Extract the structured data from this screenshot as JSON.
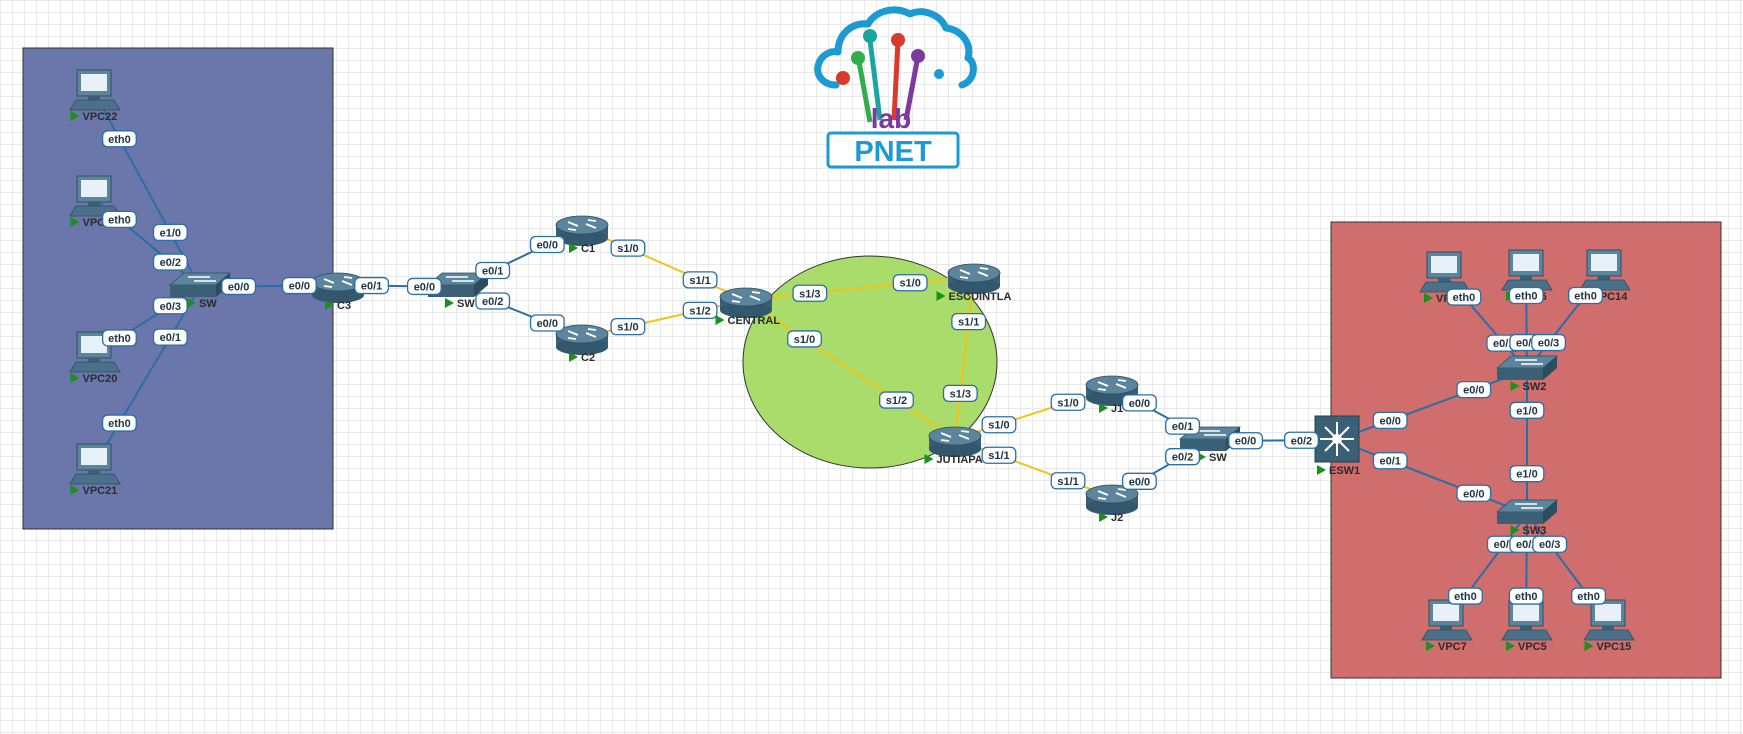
{
  "logo": {
    "lab_text": "lab",
    "brand_text": "PNET"
  },
  "colors": {
    "area_left": "#6b76ab",
    "area_right": "#d06d6d",
    "area_center": "#a9dc6a",
    "ethernet_link": "#2a6ea6",
    "serial_link": "#f2c418",
    "device": "#4a7189",
    "running": "#1c8f1c"
  },
  "nodes": [
    {
      "id": "vpc22",
      "label": "VPC22",
      "type": "pc"
    },
    {
      "id": "vpc19",
      "label": "VPC19",
      "type": "pc"
    },
    {
      "id": "vpc20",
      "label": "VPC20",
      "type": "pc"
    },
    {
      "id": "vpc21",
      "label": "VPC21",
      "type": "pc"
    },
    {
      "id": "sw_left",
      "label": "SW",
      "type": "switch"
    },
    {
      "id": "c3",
      "label": "C3",
      "type": "router"
    },
    {
      "id": "sw_mid",
      "label": "SW",
      "type": "switch"
    },
    {
      "id": "c1",
      "label": "C1",
      "type": "router"
    },
    {
      "id": "c2",
      "label": "C2",
      "type": "router"
    },
    {
      "id": "central",
      "label": "CENTRAL",
      "type": "router"
    },
    {
      "id": "escuintla",
      "label": "ESCUINTLA",
      "type": "router"
    },
    {
      "id": "jutiapa",
      "label": "JUTIAPA",
      "type": "router"
    },
    {
      "id": "j1",
      "label": "J1",
      "type": "router"
    },
    {
      "id": "j2",
      "label": "J2",
      "type": "router"
    },
    {
      "id": "sw_right",
      "label": "SW",
      "type": "switch"
    },
    {
      "id": "esw1",
      "label": "ESW1",
      "type": "l3switch"
    },
    {
      "id": "sw2",
      "label": "SW2",
      "type": "switch"
    },
    {
      "id": "sw3",
      "label": "SW3",
      "type": "switch"
    },
    {
      "id": "vpc8",
      "label": "VPC8",
      "type": "pc"
    },
    {
      "id": "vpc6",
      "label": "VPC6",
      "type": "pc"
    },
    {
      "id": "vpc14",
      "label": "VPC14",
      "type": "pc"
    },
    {
      "id": "vpc7",
      "label": "VPC7",
      "type": "pc"
    },
    {
      "id": "vpc5",
      "label": "VPC5",
      "type": "pc"
    },
    {
      "id": "vpc15",
      "label": "VPC15",
      "type": "pc"
    }
  ],
  "links": [
    {
      "a": "vpc22",
      "b": "sw_left",
      "a_port": "eth0",
      "b_port": "e1/0",
      "kind": "ethernet"
    },
    {
      "a": "vpc19",
      "b": "sw_left",
      "a_port": "eth0",
      "b_port": "e0/2",
      "kind": "ethernet"
    },
    {
      "a": "vpc20",
      "b": "sw_left",
      "a_port": "eth0",
      "b_port": "e0/3",
      "kind": "ethernet"
    },
    {
      "a": "vpc21",
      "b": "sw_left",
      "a_port": "eth0",
      "b_port": "e0/1",
      "kind": "ethernet"
    },
    {
      "a": "sw_left",
      "b": "c3",
      "a_port": "e0/0",
      "b_port": "e0/0",
      "kind": "ethernet"
    },
    {
      "a": "c3",
      "b": "sw_mid",
      "a_port": "e0/1",
      "b_port": "e0/0",
      "kind": "ethernet"
    },
    {
      "a": "sw_mid",
      "b": "c1",
      "a_port": "e0/1",
      "b_port": "e0/0",
      "kind": "ethernet"
    },
    {
      "a": "sw_mid",
      "b": "c2",
      "a_port": "e0/2",
      "b_port": "e0/0",
      "kind": "ethernet"
    },
    {
      "a": "c1",
      "b": "central",
      "a_port": "s1/0",
      "b_port": "s1/1",
      "kind": "serial"
    },
    {
      "a": "c2",
      "b": "central",
      "a_port": "s1/0",
      "b_port": "s1/2",
      "kind": "serial"
    },
    {
      "a": "central",
      "b": "escuintla",
      "a_port": "s1/3",
      "b_port": "s1/0",
      "kind": "serial"
    },
    {
      "a": "central",
      "b": "jutiapa",
      "a_port": "s1/0",
      "b_port": "s1/2",
      "kind": "serial"
    },
    {
      "a": "escuintla",
      "b": "jutiapa",
      "a_port": "s1/1",
      "b_port": "s1/3",
      "kind": "serial"
    },
    {
      "a": "jutiapa",
      "b": "j1",
      "a_port": "s1/0",
      "b_port": "s1/0",
      "kind": "serial"
    },
    {
      "a": "jutiapa",
      "b": "j2",
      "a_port": "s1/1",
      "b_port": "s1/1",
      "kind": "serial"
    },
    {
      "a": "j1",
      "b": "sw_right",
      "a_port": "e0/0",
      "b_port": "e0/1",
      "kind": "ethernet"
    },
    {
      "a": "j2",
      "b": "sw_right",
      "a_port": "e0/0",
      "b_port": "e0/2",
      "kind": "ethernet"
    },
    {
      "a": "sw_right",
      "b": "esw1",
      "a_port": "e0/0",
      "b_port": "e0/2",
      "kind": "ethernet"
    },
    {
      "a": "esw1",
      "b": "sw2",
      "a_port": "e0/0",
      "b_port": "e0/0",
      "kind": "ethernet"
    },
    {
      "a": "esw1",
      "b": "sw3",
      "a_port": "e0/1",
      "b_port": "e0/0",
      "kind": "ethernet"
    },
    {
      "a": "sw2",
      "b": "sw3",
      "a_port": "e1/0",
      "b_port": "e1/0",
      "kind": "ethernet"
    },
    {
      "a": "vpc8",
      "b": "sw2",
      "a_port": "eth0",
      "b_port": "e0/1",
      "kind": "ethernet"
    },
    {
      "a": "vpc6",
      "b": "sw2",
      "a_port": "eth0",
      "b_port": "e0/2",
      "kind": "ethernet"
    },
    {
      "a": "vpc14",
      "b": "sw2",
      "a_port": "eth0",
      "b_port": "e0/3",
      "kind": "ethernet"
    },
    {
      "a": "vpc7",
      "b": "sw3",
      "a_port": "eth0",
      "b_port": "e0/1",
      "kind": "ethernet"
    },
    {
      "a": "vpc5",
      "b": "sw3",
      "a_port": "eth0",
      "b_port": "e0/2",
      "kind": "ethernet"
    },
    {
      "a": "vpc15",
      "b": "sw3",
      "a_port": "eth0",
      "b_port": "e0/3",
      "kind": "ethernet"
    }
  ]
}
